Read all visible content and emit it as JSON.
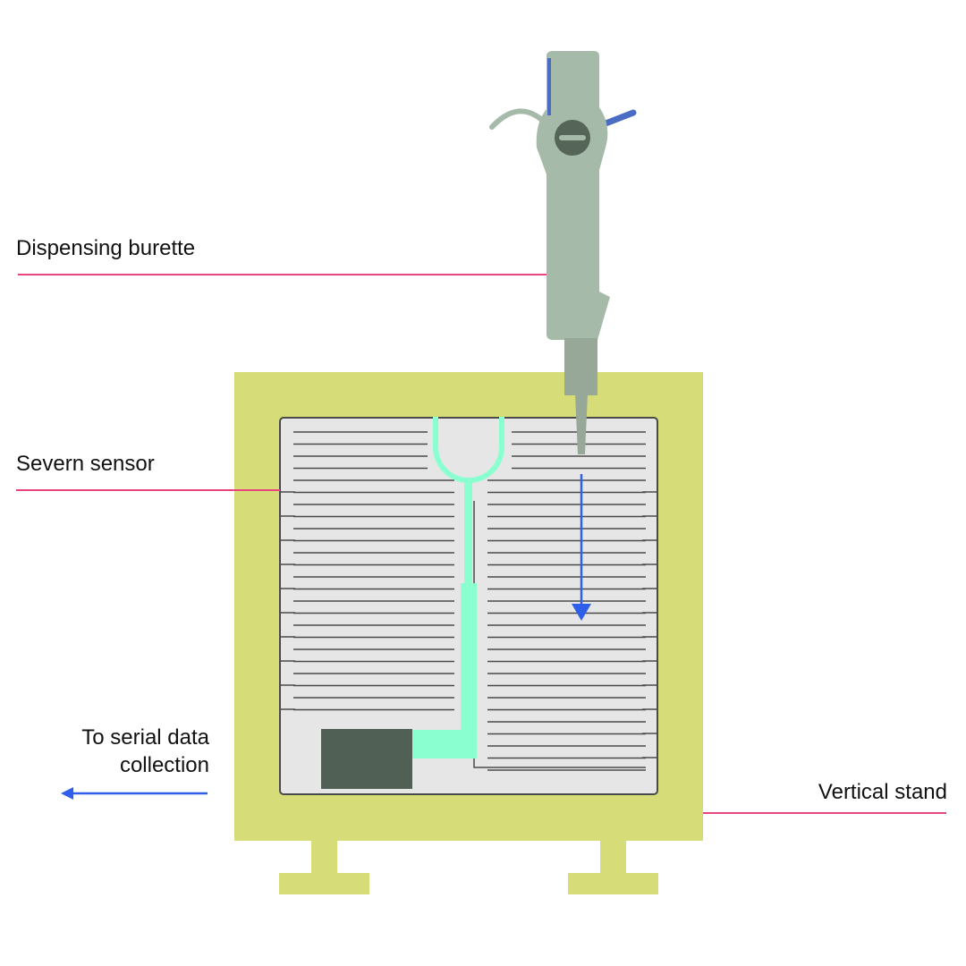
{
  "labels": {
    "burette": "Dispensing burette",
    "sensor": "Severn sensor",
    "serial_line1": "To serial data",
    "serial_line2": "collection",
    "stand": "Vertical stand"
  },
  "colors": {
    "stand": "#d5dc78",
    "sensor_body": "#e6e6e6",
    "sensor_lines": "#4a4a4a",
    "channel": "#8affd0",
    "module": "#506055",
    "burette": "#a6baaa",
    "burette_tip": "#97a898",
    "knob": "#556558",
    "accent_blue": "#4a6cc4",
    "arrow_blue": "#2f5fe8",
    "leader_pink": "#e8457e"
  }
}
